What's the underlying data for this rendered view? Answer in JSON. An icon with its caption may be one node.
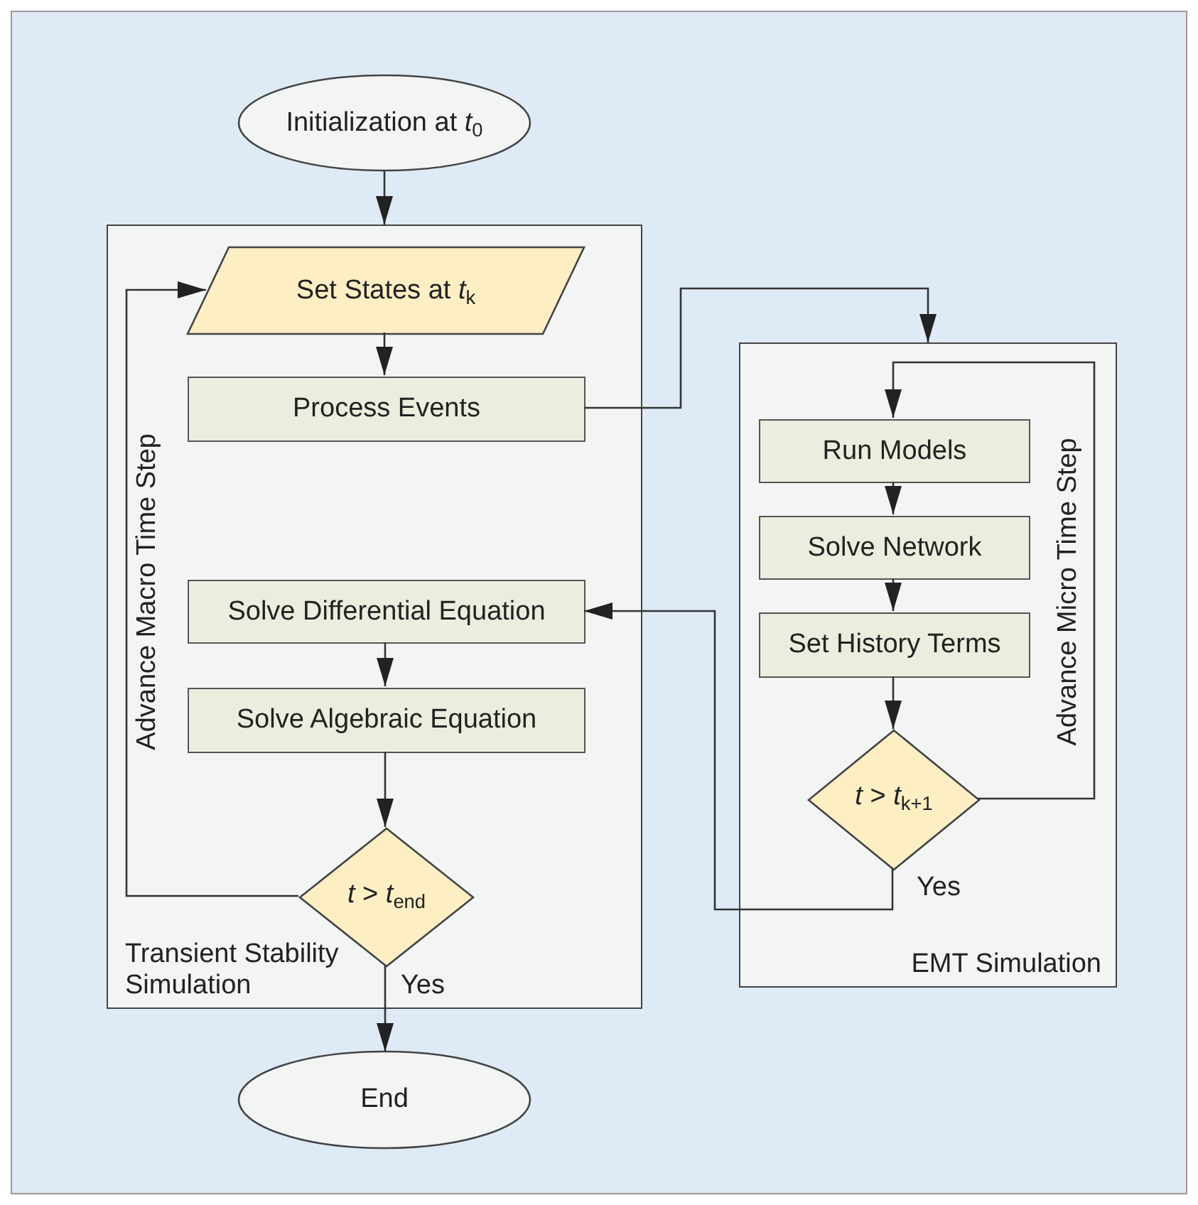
{
  "diagram": {
    "nodes": [
      {
        "text": [
          "Initialization at *t*$_{0}$"
        ]
      },
      {
        "text": [
          "Transient Stability Simulation"
        ]
      },
      {
        "text": [
          "Set States at *t*$_{k}$"
        ],
        "in": 1
      },
      {
        "text": [
          "Process Events"
        ],
        "in": 1
      },
      {
        "text": [
          "Solve Differential Equation"
        ],
        "in": 1
      },
      {
        "text": [
          "Solve Algebraic Equation"
        ],
        "in": 1
      },
      {
        "text": [
          "*t* > *t*$_{end}$"
        ],
        "in": 1
      },
      {
        "text": [
          "EMT Simulation"
        ]
      },
      {
        "text": [
          "Run Models"
        ],
        "in": 7
      },
      {
        "text": [
          "Solve Network"
        ],
        "in": 7
      },
      {
        "text": [
          "Set History Terms"
        ],
        "in": 7
      },
      {
        "text": [
          "*t* > *t*$_{k+1}$"
        ],
        "in": 7
      },
      {
        "text": [
          "End"
        ]
      }
    ],
    "edges": [
      {
        "from": 0,
        "to": 1,
        "arrow": "to"
      },
      {
        "from": 3,
        "to": 7,
        "arrow": "to"
      },
      {
        "from": 2,
        "to": 3,
        "arrow": "to"
      },
      {
        "from": 4,
        "to": 5,
        "arrow": "to"
      },
      {
        "from": 5,
        "to": 6,
        "arrow": "to"
      },
      {
        "from": 6,
        "to": 2,
        "arrow": "to",
        "label": "Advance Macro Time Step"
      },
      {
        "from": 6,
        "to": 12,
        "arrow": "to",
        "label": "Yes"
      },
      {
        "from": 8,
        "to": 9,
        "arrow": "to"
      },
      {
        "from": 9,
        "to": 10,
        "arrow": "to"
      },
      {
        "from": 10,
        "to": 11,
        "arrow": "to"
      },
      {
        "from": 11,
        "to": 8,
        "arrow": "to",
        "label": "Advance Micro Time Step"
      },
      {
        "from": 11,
        "to": 4,
        "arrow": "to",
        "label": "Yes"
      }
    ]
  }
}
